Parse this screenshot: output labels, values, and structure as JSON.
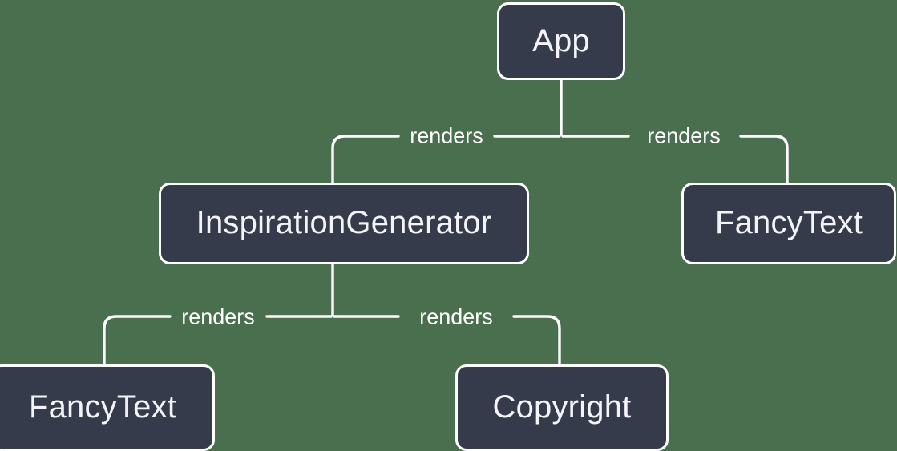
{
  "diagram": {
    "type": "component-tree",
    "background_color": "#4a6f4f",
    "node_fill_color": "#353b4a",
    "node_border_color": "#ffffff",
    "edge_color": "#ffffff",
    "nodes": [
      {
        "id": "app",
        "label": "App"
      },
      {
        "id": "inspiration_generator",
        "label": "InspirationGenerator"
      },
      {
        "id": "fancytext_right",
        "label": "FancyText"
      },
      {
        "id": "fancytext_left",
        "label": "FancyText"
      },
      {
        "id": "copyright",
        "label": "Copyright"
      }
    ],
    "edges": [
      {
        "from": "app",
        "to": "inspiration_generator",
        "label": "renders"
      },
      {
        "from": "app",
        "to": "fancytext_right",
        "label": "renders"
      },
      {
        "from": "inspiration_generator",
        "to": "fancytext_left",
        "label": "renders"
      },
      {
        "from": "inspiration_generator",
        "to": "copyright",
        "label": "renders"
      }
    ]
  }
}
